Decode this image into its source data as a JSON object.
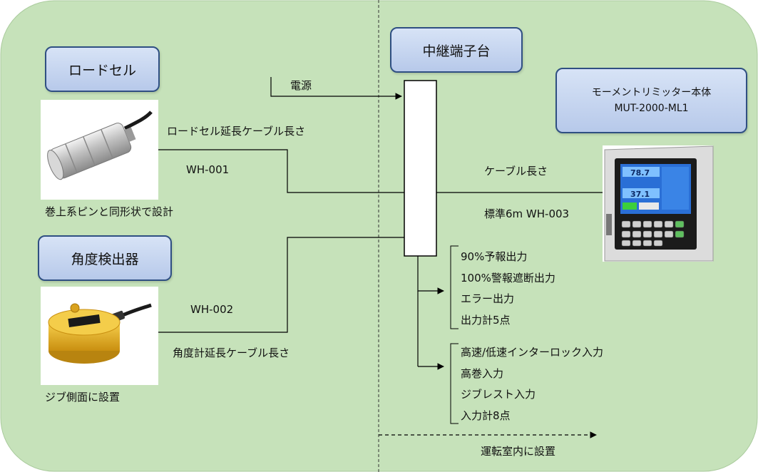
{
  "title_boxes": {
    "loadcell": "ロードセル",
    "angle_detector": "角度検出器",
    "relay_terminal": "中継端子台",
    "moment_limiter_title": "モーメントリミッター本体",
    "moment_limiter_model": "MUT-2000-ML1"
  },
  "labels": {
    "power": "電源",
    "loadcell_cable": "ロードセル延長ケーブル長さ",
    "wh001": "WH-001",
    "loadcell_note": "巻上系ピンと同形状で設計",
    "wh002": "WH-002",
    "angle_cable": "角度計延長ケーブル長さ",
    "angle_note": "ジブ側面に設置",
    "cable_length": "ケーブル長さ",
    "standard": "標準6m WH-003",
    "cab_install": "運転室内に設置"
  },
  "outputs": [
    "90%予報出力",
    "100%警報遮断出力",
    "エラー出力",
    "出力計5点"
  ],
  "inputs": [
    "高速/低速インターロック入力",
    "高巻入力",
    "ジブレスト入力",
    "入力計8点"
  ],
  "device_screen": {
    "value1": "78.7",
    "value2": "37.1"
  },
  "colors": {
    "background_green": "#c6e2ba",
    "box_blue": "#c6d5ef",
    "box_border": "#2f4f82",
    "loadcell_body": "#c8c8c8",
    "angle_body": "#e8b628",
    "screen_blue": "#2a6fd6"
  }
}
